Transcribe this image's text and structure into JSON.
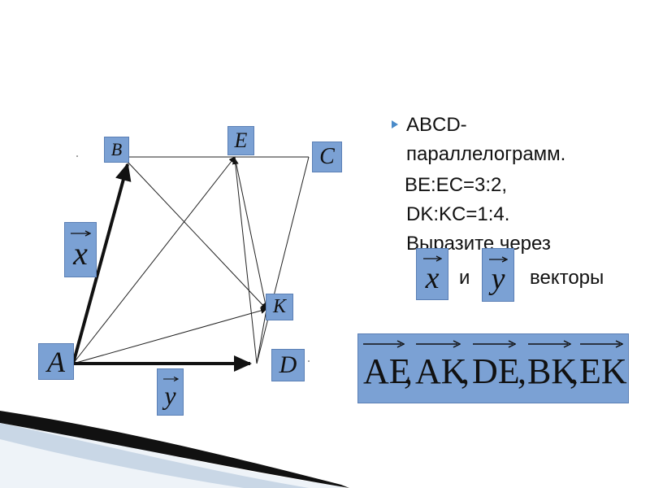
{
  "labels": {
    "A": "A",
    "B": "B",
    "C": "C",
    "D": "D",
    "E": "E",
    "K": "K",
    "x": "x",
    "y": "y"
  },
  "task": {
    "line1": "ABCD-",
    "line2": "параллелограмм.",
    "line3": "BE:EC=3:2,",
    "line4": "DK:KC=1:4.",
    "line5": "Выразите через",
    "vec_x": "x",
    "and": "и",
    "vec_y": "y",
    "line6_end": "векторы"
  },
  "answer": {
    "vectors": [
      "AE",
      "AK",
      "DE",
      "BK",
      "EK"
    ],
    "separator": ","
  },
  "colors": {
    "label_bg": "#7ba1d4",
    "bullet": "#4a8bc9"
  }
}
